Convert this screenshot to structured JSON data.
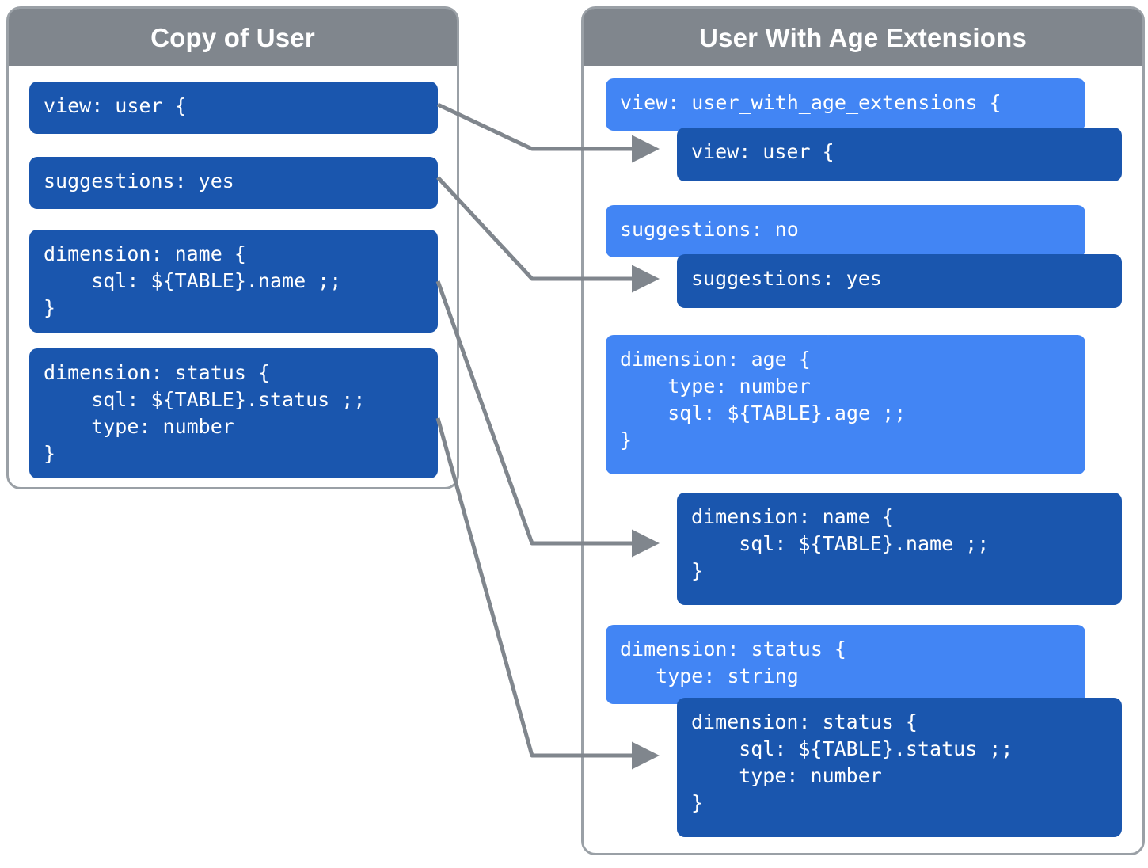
{
  "panels": {
    "left": {
      "title": "Copy of User",
      "blocks": [
        {
          "name": "view-block",
          "shade": "dark",
          "code": "view: user {"
        },
        {
          "name": "suggestions-block",
          "shade": "dark",
          "code": "suggestions: yes"
        },
        {
          "name": "dimension-name-block",
          "shade": "dark",
          "code": "dimension: name {\n    sql: ${TABLE}.name ;;\n}"
        },
        {
          "name": "dimension-status-block",
          "shade": "dark",
          "code": "dimension: status {\n    sql: ${TABLE}.status ;;\n    type: number\n}"
        }
      ]
    },
    "right": {
      "title": "User With Age Extensions",
      "blocks": [
        {
          "name": "view-extension-block",
          "shade": "light",
          "code": "view: user_with_age_extensions {"
        },
        {
          "name": "view-inherited-block",
          "shade": "dark",
          "code": "view: user {"
        },
        {
          "name": "suggestions-override-block",
          "shade": "light",
          "code": "suggestions: no"
        },
        {
          "name": "suggestions-inherited-block",
          "shade": "dark",
          "code": "suggestions: yes"
        },
        {
          "name": "dimension-age-block",
          "shade": "light",
          "code": "dimension: age {\n    type: number\n    sql: ${TABLE}.age ;;\n}"
        },
        {
          "name": "dimension-name-inherited-block",
          "shade": "dark",
          "code": "dimension: name {\n    sql: ${TABLE}.name ;;\n}"
        },
        {
          "name": "dimension-status-override-block",
          "shade": "light",
          "code": "dimension: status {\n   type: string"
        },
        {
          "name": "dimension-status-inherited-block",
          "shade": "dark",
          "code": "dimension: status {\n    sql: ${TABLE}.status ;;\n    type: number\n}"
        }
      ]
    }
  },
  "connectors": [
    {
      "name": "connector-view",
      "from": "view-block",
      "to": "view-inherited-block"
    },
    {
      "name": "connector-suggestions",
      "from": "suggestions-block",
      "to": "suggestions-inherited-block"
    },
    {
      "name": "connector-dimension-name",
      "from": "dimension-name-block",
      "to": "dimension-name-inherited-block"
    },
    {
      "name": "connector-dimension-status",
      "from": "dimension-status-block",
      "to": "dimension-status-inherited-block"
    }
  ],
  "colors": {
    "header_gray": "#80868d",
    "panel_border": "#9aa0a6",
    "dark_blue": "#1a56ae",
    "light_blue": "#4285f4",
    "connector_gray": "#80868d",
    "background": "#ffffff"
  }
}
